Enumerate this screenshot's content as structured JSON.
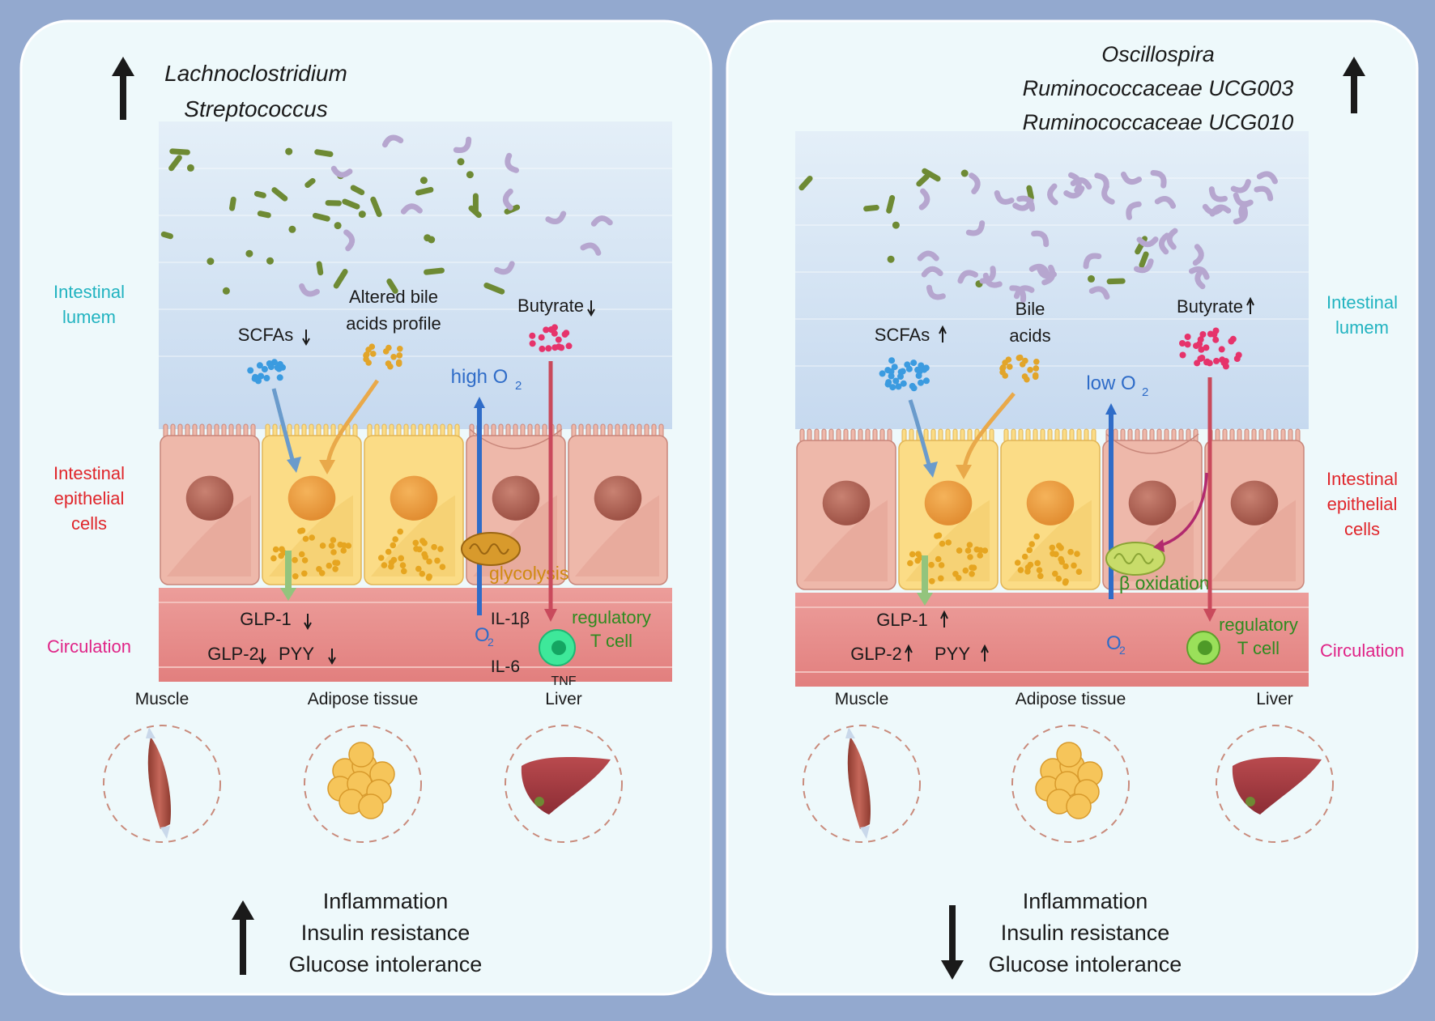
{
  "colors": {
    "frame": "#93a9cf",
    "panel": "#eef9fb",
    "lumen_top": "#ddeaf6",
    "lumen_bottom": "#c7d9ef",
    "epithelial": "#eeb8aa",
    "epithelial_yellow": "#fbdc86",
    "circulation": "#e98e8c",
    "green_bacteria": "#6e8a34",
    "purple_bacteria": "#b6a6cf",
    "scfa_dots": "#3b9be0",
    "bile_dots": "#e2a52a",
    "butyrate_dots": "#e6336b",
    "o2_blue": "#2f6cc8",
    "teal_label": "#21b3c0",
    "red_label": "#e0262b",
    "magenta_label": "#e02487",
    "green_label": "#2e8b1f",
    "glycolysis": "#d08a12"
  },
  "left_panel": {
    "bacteria_lines": [
      "Lachnoclostridium",
      "Streptococcus"
    ],
    "side_labels": {
      "lumen": [
        "Intestinal",
        "lumem"
      ],
      "epithelial": [
        "Intestinal",
        "epithelial",
        "cells"
      ],
      "circulation": "Circulation"
    },
    "lumen_labels": {
      "scfa": "SCFAs",
      "bile": [
        "Altered bile",
        "acids profile"
      ],
      "butyrate": "Butyrate",
      "oxygen": "high O",
      "oxygen_sub": "2"
    },
    "cell_labels": {
      "metabolism": "glycolysis"
    },
    "circulation_labels": {
      "glp1": "GLP-1",
      "glp2": "GLP-2",
      "pyy": "PYY",
      "o2": "O",
      "o2_sub": "2",
      "il1b": "IL-1β",
      "il6": "IL-6",
      "tnf": "TNF",
      "treg": [
        "regulatory",
        "T cell"
      ]
    },
    "organs": [
      "Muscle",
      "Adipose tissue",
      "Liver"
    ],
    "outcomes": [
      "Inflammation",
      "Insulin resistance",
      "Glucose intolerance"
    ],
    "outcome_direction": "up"
  },
  "right_panel": {
    "bacteria_lines": [
      "Oscillospira",
      "Ruminococcaceae UCG003",
      "Ruminococcaceae UCG010"
    ],
    "side_labels": {
      "lumen": [
        "Intestinal",
        "lumem"
      ],
      "epithelial": [
        "Intestinal",
        "epithelial",
        "cells"
      ],
      "circulation": "Circulation"
    },
    "lumen_labels": {
      "scfa": "SCFAs",
      "bile": [
        "Bile",
        "acids"
      ],
      "butyrate": "Butyrate",
      "oxygen": "low O",
      "oxygen_sub": "2"
    },
    "cell_labels": {
      "metabolism": "β oxidation"
    },
    "circulation_labels": {
      "glp1": "GLP-1",
      "glp2": "GLP-2",
      "pyy": "PYY",
      "o2": "O",
      "o2_sub": "2",
      "treg": [
        "regulatory",
        "T cell"
      ]
    },
    "organs": [
      "Muscle",
      "Adipose tissue",
      "Liver"
    ],
    "outcomes": [
      "Inflammation",
      "Insulin resistance",
      "Glucose intolerance"
    ],
    "outcome_direction": "down"
  }
}
